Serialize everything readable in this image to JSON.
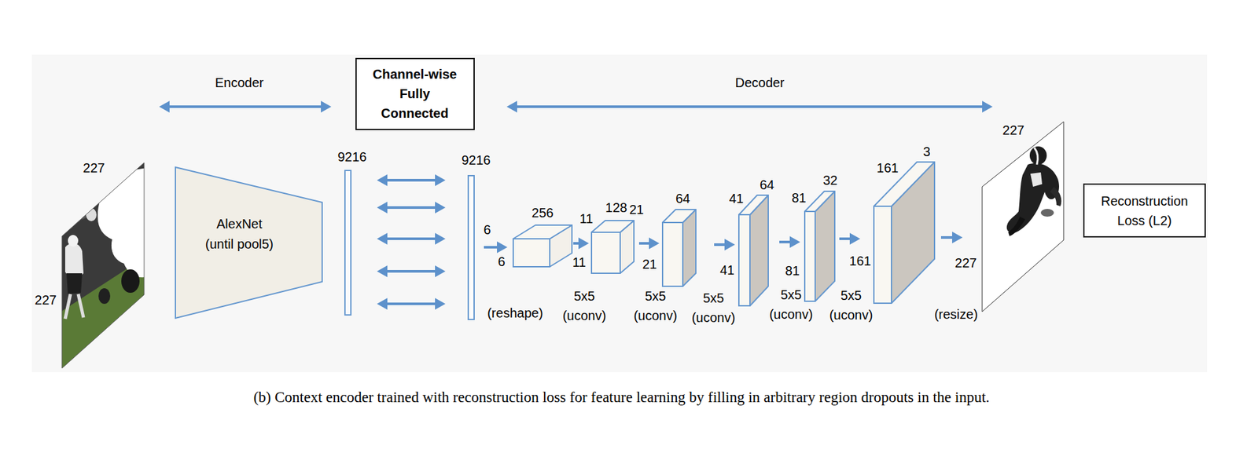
{
  "diagram": {
    "caption": "(b) Context encoder trained with reconstruction loss for feature learning by filling in arbitrary region dropouts in the input.",
    "nodes": [
      {
        "text": [
          "AlexNet (until pool5)"
        ]
      },
      {
        "text": [
          "9216"
        ]
      },
      {
        "text": [
          "Channel-wise Fully Connected"
        ]
      },
      {
        "text": [
          "9216"
        ]
      },
      {
        "text": [
          "6",
          "256",
          "6"
        ]
      },
      {
        "text": [
          "11",
          "128",
          "11"
        ]
      },
      {
        "text": [
          "21",
          "64",
          "21"
        ]
      },
      {
        "text": [
          "41",
          "64",
          "41"
        ]
      },
      {
        "text": [
          "81",
          "32",
          "81"
        ]
      },
      {
        "text": [
          "161",
          "3",
          "161"
        ]
      },
      {
        "text": [
          "227",
          "227"
        ]
      },
      {
        "text": [
          "Reconstruction Loss (L2)"
        ]
      }
    ],
    "edges": [
      {
        "from": 1,
        "to": 3,
        "arrow": "both"
      },
      {
        "from": 1,
        "to": 3,
        "arrow": "both"
      },
      {
        "from": 1,
        "to": 3,
        "arrow": "both"
      },
      {
        "from": 1,
        "to": 3,
        "arrow": "both"
      },
      {
        "from": 1,
        "to": 3,
        "arrow": "both"
      },
      {
        "from": 3,
        "to": 4,
        "arrow": "to"
      },
      {
        "from": 4,
        "to": 5,
        "arrow": "to"
      },
      {
        "from": 5,
        "to": 6,
        "arrow": "to"
      },
      {
        "from": 6,
        "to": 7,
        "arrow": "to"
      },
      {
        "from": 7,
        "to": 8,
        "arrow": "to"
      },
      {
        "from": 8,
        "to": 9,
        "arrow": "to"
      },
      {
        "from": 9,
        "to": 10,
        "arrow": "to"
      }
    ],
    "labels": [
      "Encoder",
      "Decoder",
      "227",
      "227",
      "(reshape)",
      "5x5 (uconv)",
      "5x5 (uconv)",
      "5x5 (uconv)",
      "5x5 (uconv)",
      "5x5 (uconv)",
      "(resize)"
    ]
  }
}
